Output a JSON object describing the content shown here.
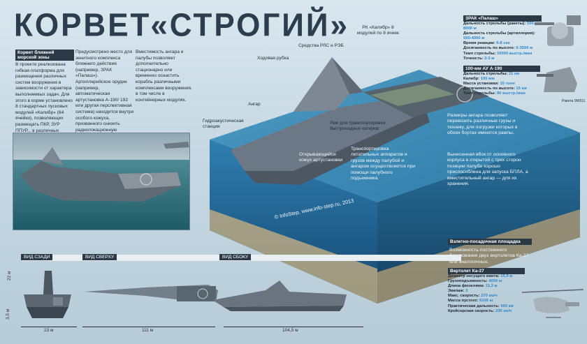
{
  "title": "КОРВЕТ«СТРОГИЙ»",
  "intro": {
    "tag": "Корвет ближней морской зоны",
    "col1": "В проекте реализована гибкая платформа для размещения различных систем вооружения в зависимости от характера выполняемых задач. Для этого в корме установлено 8 стандартных пусковых модулей «Калибр» (64 ячейки), позволяющих размещать ПКР, ЗУР ППУР... в различных конфигурациях.",
    "col2": "Предусмотрено место для зенитного комплекса ближнего действия (например, ЗРАК «Палаш»). Артиллерийское орудие (например, автоматическая артустановка А-190/ 192 или другая перспективная система) находится внутри особого кожуха, призванного снизить радиолокационную заметность корабля и состоящего из двух щитков, открывающихся при ведении огня.",
    "col3": "Вместимость ангара и палубы позволяют дополнительно стационарно или временно оснастить корабль различными комплексами вооружения, в том числе в контейнерных модулях."
  },
  "callouts": {
    "rls": "Средства РЛС и РЭБ",
    "kalibr": "РК «Калибр» 8 модулей по 8 ячеек",
    "rubka": "Ходовая рубка",
    "angar": "Ангар",
    "gas": "Гидроакустическая станция",
    "luk": "Люк для транспортировки быстроходных катеров",
    "kozhuh": "Открывающийся кожух артустановки",
    "transport": "Транспортировка летательных аппаратов и грузов между палубой и ангаром осуществляется при помощи палубного подъемника.",
    "hangar_size": "Размеры ангара позволяют перевозить различные грузы и технику, для погрузки которых в обоих бортах имеются рампы.",
    "vyrez": "Вынесенная вбок от основного корпуса в открытой с трех сторон позиции палуба хорошо приспособлена для запуска БПЛА, а вместительный ангар — для их хранения."
  },
  "palash": {
    "name": "ЗРАК «Палаш»",
    "rows": [
      {
        "k": "Дальность стрельбы (ракеты):",
        "v": "500-8000 м"
      },
      {
        "k": "Дальность стрельбы (артиллерия):",
        "v": "500-4000 м"
      },
      {
        "k": "Время реакции:",
        "v": "6-8 сек"
      },
      {
        "k": "Досягаемость по высоте:",
        "v": "5-3500 м"
      },
      {
        "k": "Темп стрельбы:",
        "v": "10000 выстр./мин"
      },
      {
        "k": "Точность:",
        "v": "2-3 м"
      }
    ]
  },
  "a190": {
    "name": "100-мм АУ А-190",
    "rows": [
      {
        "k": "Дальность стрельбы:",
        "v": "21 км"
      },
      {
        "k": "Калибр:",
        "v": "100 мм"
      },
      {
        "k": "Масса установки:",
        "v": "15 тонн"
      },
      {
        "k": "Досягаемость по высоте:",
        "v": "15 км"
      },
      {
        "k": "Темп стрельбы:",
        "v": "80 выстр./мин"
      }
    ],
    "rocket": "Ракета 9М311"
  },
  "platform": {
    "tag": "Взлетно-посадочная площадка",
    "text": "Возможность постоянного базирования двух вертолетов Ка-27 или аналогичных."
  },
  "ka27": {
    "name": "Вертолет Ка-27",
    "rows": [
      {
        "k": "Диаметр несущего винта:",
        "v": "15,9 м"
      },
      {
        "k": "Грузоподъемность:",
        "v": "4000 кг"
      },
      {
        "k": "Длина фюзеляжа:",
        "v": "11,3 м"
      },
      {
        "k": "Экипаж:",
        "v": "3"
      },
      {
        "k": "Макс. скорость:",
        "v": "270 км/ч"
      },
      {
        "k": "Масса пустого:",
        "v": "6100 кг"
      },
      {
        "k": "Практическая дальность:",
        "v": "900 км"
      },
      {
        "k": "Крейсерская скорость:",
        "v": "230 км/ч"
      }
    ]
  },
  "views": {
    "rear": "ВИД СЗАДИ",
    "top": "ВИД СВЕРХУ",
    "side": "ВИД СБОКУ"
  },
  "dims": {
    "height": "22 м",
    "draft": "3,5 м",
    "width": "23 м",
    "length_top": "111 м",
    "length_side": "104,5 м"
  },
  "copyright": "© InfoStep, www.info-step.ru, 2013",
  "colors": {
    "sea_top": "#3a86b0",
    "sea_deep": "#1d4f78",
    "ship": "#6a7784",
    "dark_tag": "#2b3947",
    "accent": "#2f86c9"
  }
}
